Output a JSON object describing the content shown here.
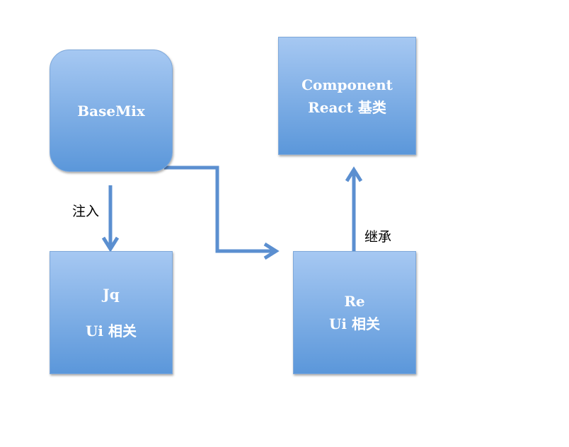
{
  "nodes": {
    "basemix": {
      "line1": "BaseMix"
    },
    "component": {
      "line1": "Component",
      "line2": "React 基类"
    },
    "jq": {
      "line1": "Jq",
      "line2": "Ui 相关"
    },
    "re": {
      "line1": "Re",
      "line2": "Ui 相关"
    }
  },
  "edges": {
    "inject_label": "注入",
    "inherit_label": "继承"
  },
  "colors": {
    "box_top": "#a6c8f2",
    "box_bottom": "#5b97da",
    "arrow": "#5b8fd0"
  }
}
